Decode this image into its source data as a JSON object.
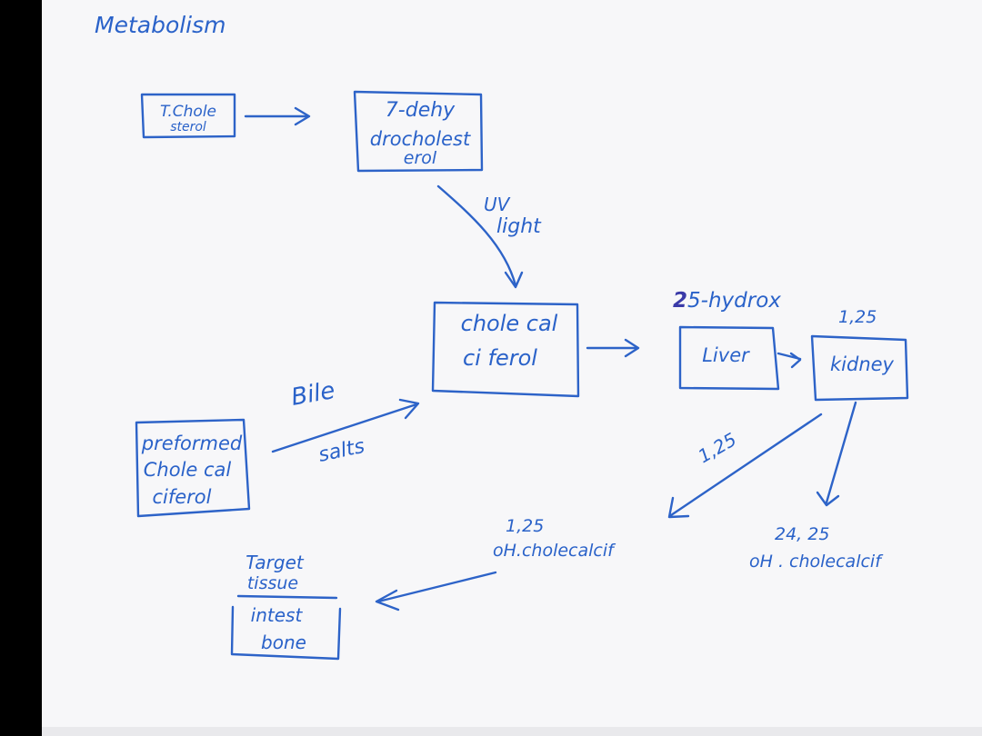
{
  "title": "Metabolism",
  "ink_color": "#2d63c8",
  "nodes": {
    "t_cholesterol": {
      "line1": "T.Chole",
      "line2": "sterol"
    },
    "dehydrocholesterol": {
      "line1": "7-dehy",
      "line2": "drocholest",
      "line3": "erol"
    },
    "cholecalciferol": {
      "line1": "chole cal",
      "line2": "ci ferol"
    },
    "preformed": {
      "line1": "preformed",
      "line2": "Chole cal",
      "line3": "ciferol"
    },
    "liver": {
      "label": "Liver"
    },
    "kidney": {
      "label": "kidney"
    },
    "target": {
      "header1": "Target",
      "header2": "tissue",
      "line1": "intest",
      "line2": "bone"
    }
  },
  "edge_labels": {
    "uv1": "UV",
    "uv2": "light",
    "bile1": "Bile",
    "bile2": "salts",
    "hydrox_prefix": "2",
    "hydrox": "5-hydrox",
    "kidney_top": "1,25",
    "kidney_arrow": "1,25"
  },
  "products": {
    "dihydroxy": {
      "line1": "1,25",
      "line2": "oH.cholecalcif"
    },
    "inactive": {
      "line1": "24, 25",
      "line2": "oH . cholecalcif"
    }
  }
}
